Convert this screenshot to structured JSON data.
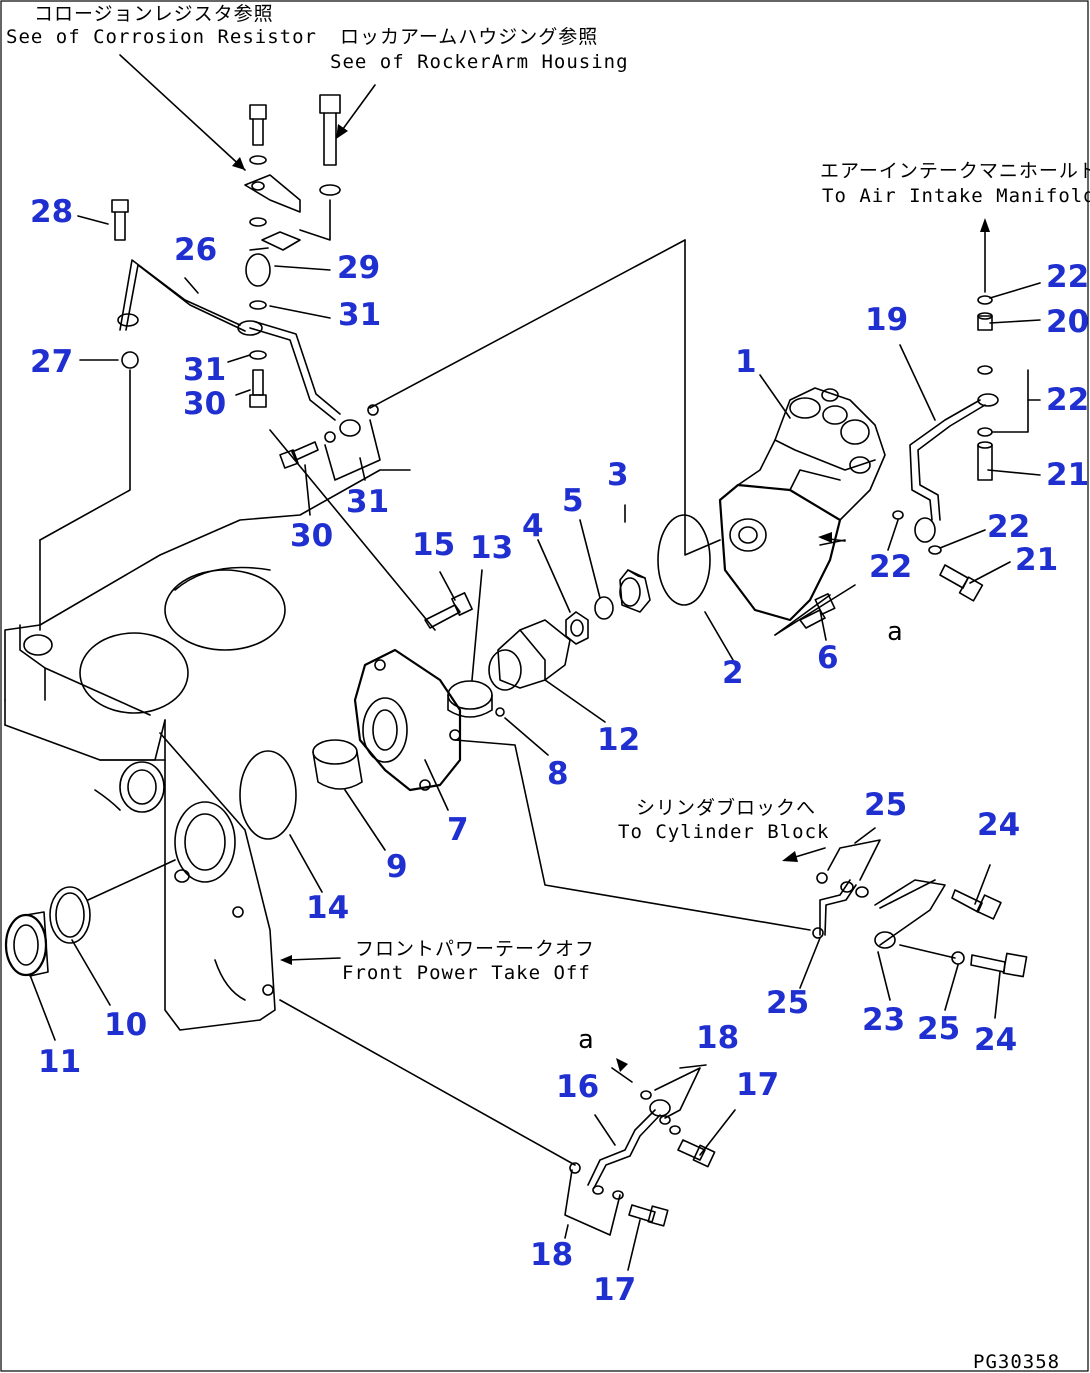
{
  "notes": {
    "corrosion_jp": "コロージョンレジスタ参照",
    "corrosion_en": "See of Corrosion Resistor",
    "rocker_jp": "ロッカアームハウジング参照",
    "rocker_en": "See of RockerArm Housing",
    "intake_jp": "エアーインテークマニホールドへ",
    "intake_en": "To Air Intake Manifold",
    "cylinder_jp": "シリンダブロックへ",
    "cylinder_en": "To Cylinder Block",
    "pto_jp": "フロントパワーテークオフ",
    "pto_en": "Front Power Take Off"
  },
  "ref_label_a": "a",
  "drawing_code": "PG30358",
  "parts": [
    {
      "id": "p1",
      "num": "1"
    },
    {
      "id": "p2",
      "num": "2"
    },
    {
      "id": "p3",
      "num": "3"
    },
    {
      "id": "p4",
      "num": "4"
    },
    {
      "id": "p5",
      "num": "5"
    },
    {
      "id": "p6",
      "num": "6"
    },
    {
      "id": "p7",
      "num": "7"
    },
    {
      "id": "p8",
      "num": "8"
    },
    {
      "id": "p9",
      "num": "9"
    },
    {
      "id": "p10",
      "num": "10"
    },
    {
      "id": "p11",
      "num": "11"
    },
    {
      "id": "p12",
      "num": "12"
    },
    {
      "id": "p13",
      "num": "13"
    },
    {
      "id": "p14",
      "num": "14"
    },
    {
      "id": "p15",
      "num": "15"
    },
    {
      "id": "p16",
      "num": "16"
    },
    {
      "id": "p17a",
      "num": "17"
    },
    {
      "id": "p17b",
      "num": "17"
    },
    {
      "id": "p18a",
      "num": "18"
    },
    {
      "id": "p18b",
      "num": "18"
    },
    {
      "id": "p19",
      "num": "19"
    },
    {
      "id": "p20",
      "num": "20"
    },
    {
      "id": "p21a",
      "num": "21"
    },
    {
      "id": "p21b",
      "num": "21"
    },
    {
      "id": "p22a",
      "num": "22"
    },
    {
      "id": "p22b",
      "num": "22"
    },
    {
      "id": "p22c",
      "num": "22"
    },
    {
      "id": "p22d",
      "num": "22"
    },
    {
      "id": "p23",
      "num": "23"
    },
    {
      "id": "p24a",
      "num": "24"
    },
    {
      "id": "p24b",
      "num": "24"
    },
    {
      "id": "p25a",
      "num": "25"
    },
    {
      "id": "p25b",
      "num": "25"
    },
    {
      "id": "p25c",
      "num": "25"
    },
    {
      "id": "p26",
      "num": "26"
    },
    {
      "id": "p27",
      "num": "27"
    },
    {
      "id": "p28",
      "num": "28"
    },
    {
      "id": "p29",
      "num": "29"
    },
    {
      "id": "p30a",
      "num": "30"
    },
    {
      "id": "p30b",
      "num": "30"
    },
    {
      "id": "p31a",
      "num": "31"
    },
    {
      "id": "p31b",
      "num": "31"
    },
    {
      "id": "p31c",
      "num": "31"
    }
  ]
}
